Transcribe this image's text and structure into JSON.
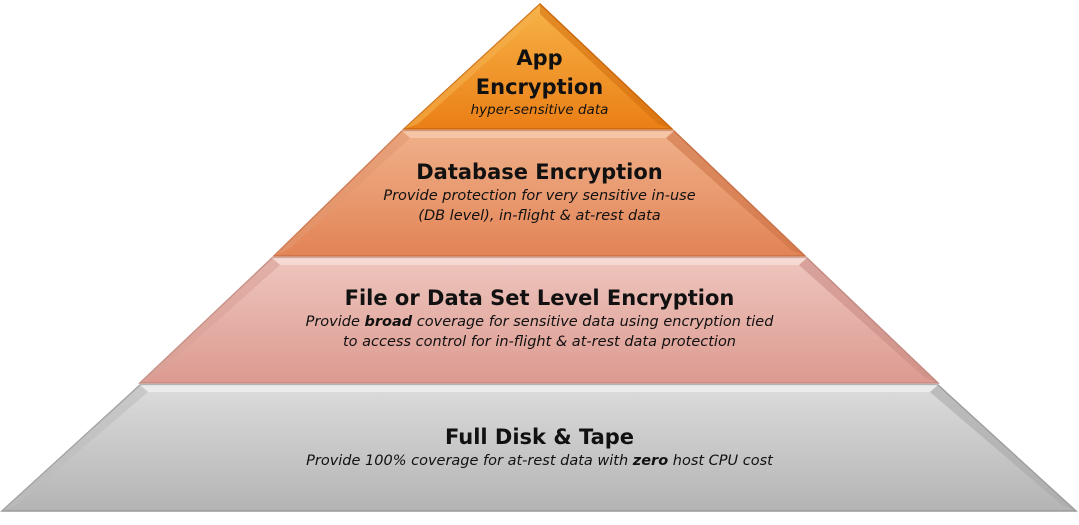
{
  "diagram": {
    "tiers": [
      {
        "title_line1": "App",
        "title_line2": "Encryption",
        "description": "hyper-sensitive data",
        "color": "#ef8a1e"
      },
      {
        "title": "Database Encryption",
        "description_line1": "Provide protection for very sensitive in-use",
        "description_line2": "(DB level), in-flight & at-rest data",
        "color": "#e8956a"
      },
      {
        "title": "File or Data Set Level Encryption",
        "description_line1_pre": "Provide ",
        "description_line1_bold": "broad",
        "description_line1_post": " coverage for sensitive data using encryption tied",
        "description_line2": "to access control for in-flight & at-rest data protection",
        "color": "#e3aca3"
      },
      {
        "title": "Full Disk & Tape",
        "description_pre": "Provide 100% coverage for at-rest data with ",
        "description_bold": "zero",
        "description_post": " host CPU cost",
        "color": "#c4c4c4"
      }
    ]
  }
}
